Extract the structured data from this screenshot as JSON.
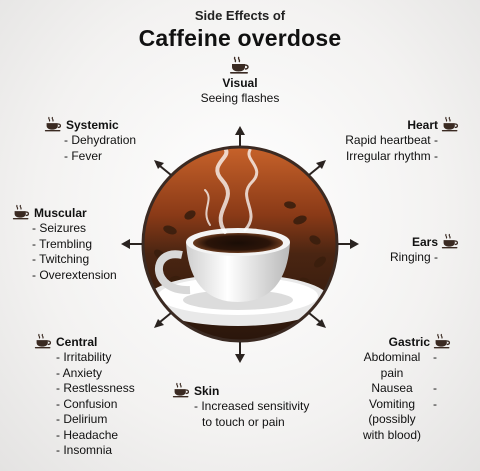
{
  "title": {
    "line1": "Side Effects of",
    "line2": "Caffeine overdose"
  },
  "categories": {
    "visual": {
      "name": "Visual",
      "items": [
        "Seeing flashes"
      ]
    },
    "systemic": {
      "name": "Systemic",
      "items": [
        "Dehydration",
        "Fever"
      ]
    },
    "heart": {
      "name": "Heart",
      "items": [
        "Rapid heartbeat",
        "Irregular rhythm"
      ]
    },
    "muscular": {
      "name": "Muscular",
      "items": [
        "Seizures",
        "Trembling",
        "Twitching",
        "Overextension"
      ]
    },
    "ears": {
      "name": "Ears",
      "items": [
        "Ringing"
      ]
    },
    "central": {
      "name": "Central",
      "items": [
        "Irritability",
        "Anxiety",
        "Restlessness",
        "Confusion",
        "Delirium",
        "Headache",
        "Insomnia"
      ]
    },
    "skin": {
      "name": "Skin",
      "items": [
        "Increased sensitivity",
        "to touch or pain"
      ]
    },
    "gastric": {
      "name": "Gastric",
      "items": [
        "Abdominal",
        "pain",
        "Nausea",
        "Vomiting",
        "(possibly",
        "with blood)"
      ]
    }
  },
  "icons": {
    "category_marker": "coffee-cup-icon",
    "center_image": "coffee-cup-photo"
  },
  "colors": {
    "text": "#111111",
    "arrow": "#2a2320",
    "cup_icon": "#3a2a22",
    "circle_border": "#3b2a22"
  }
}
